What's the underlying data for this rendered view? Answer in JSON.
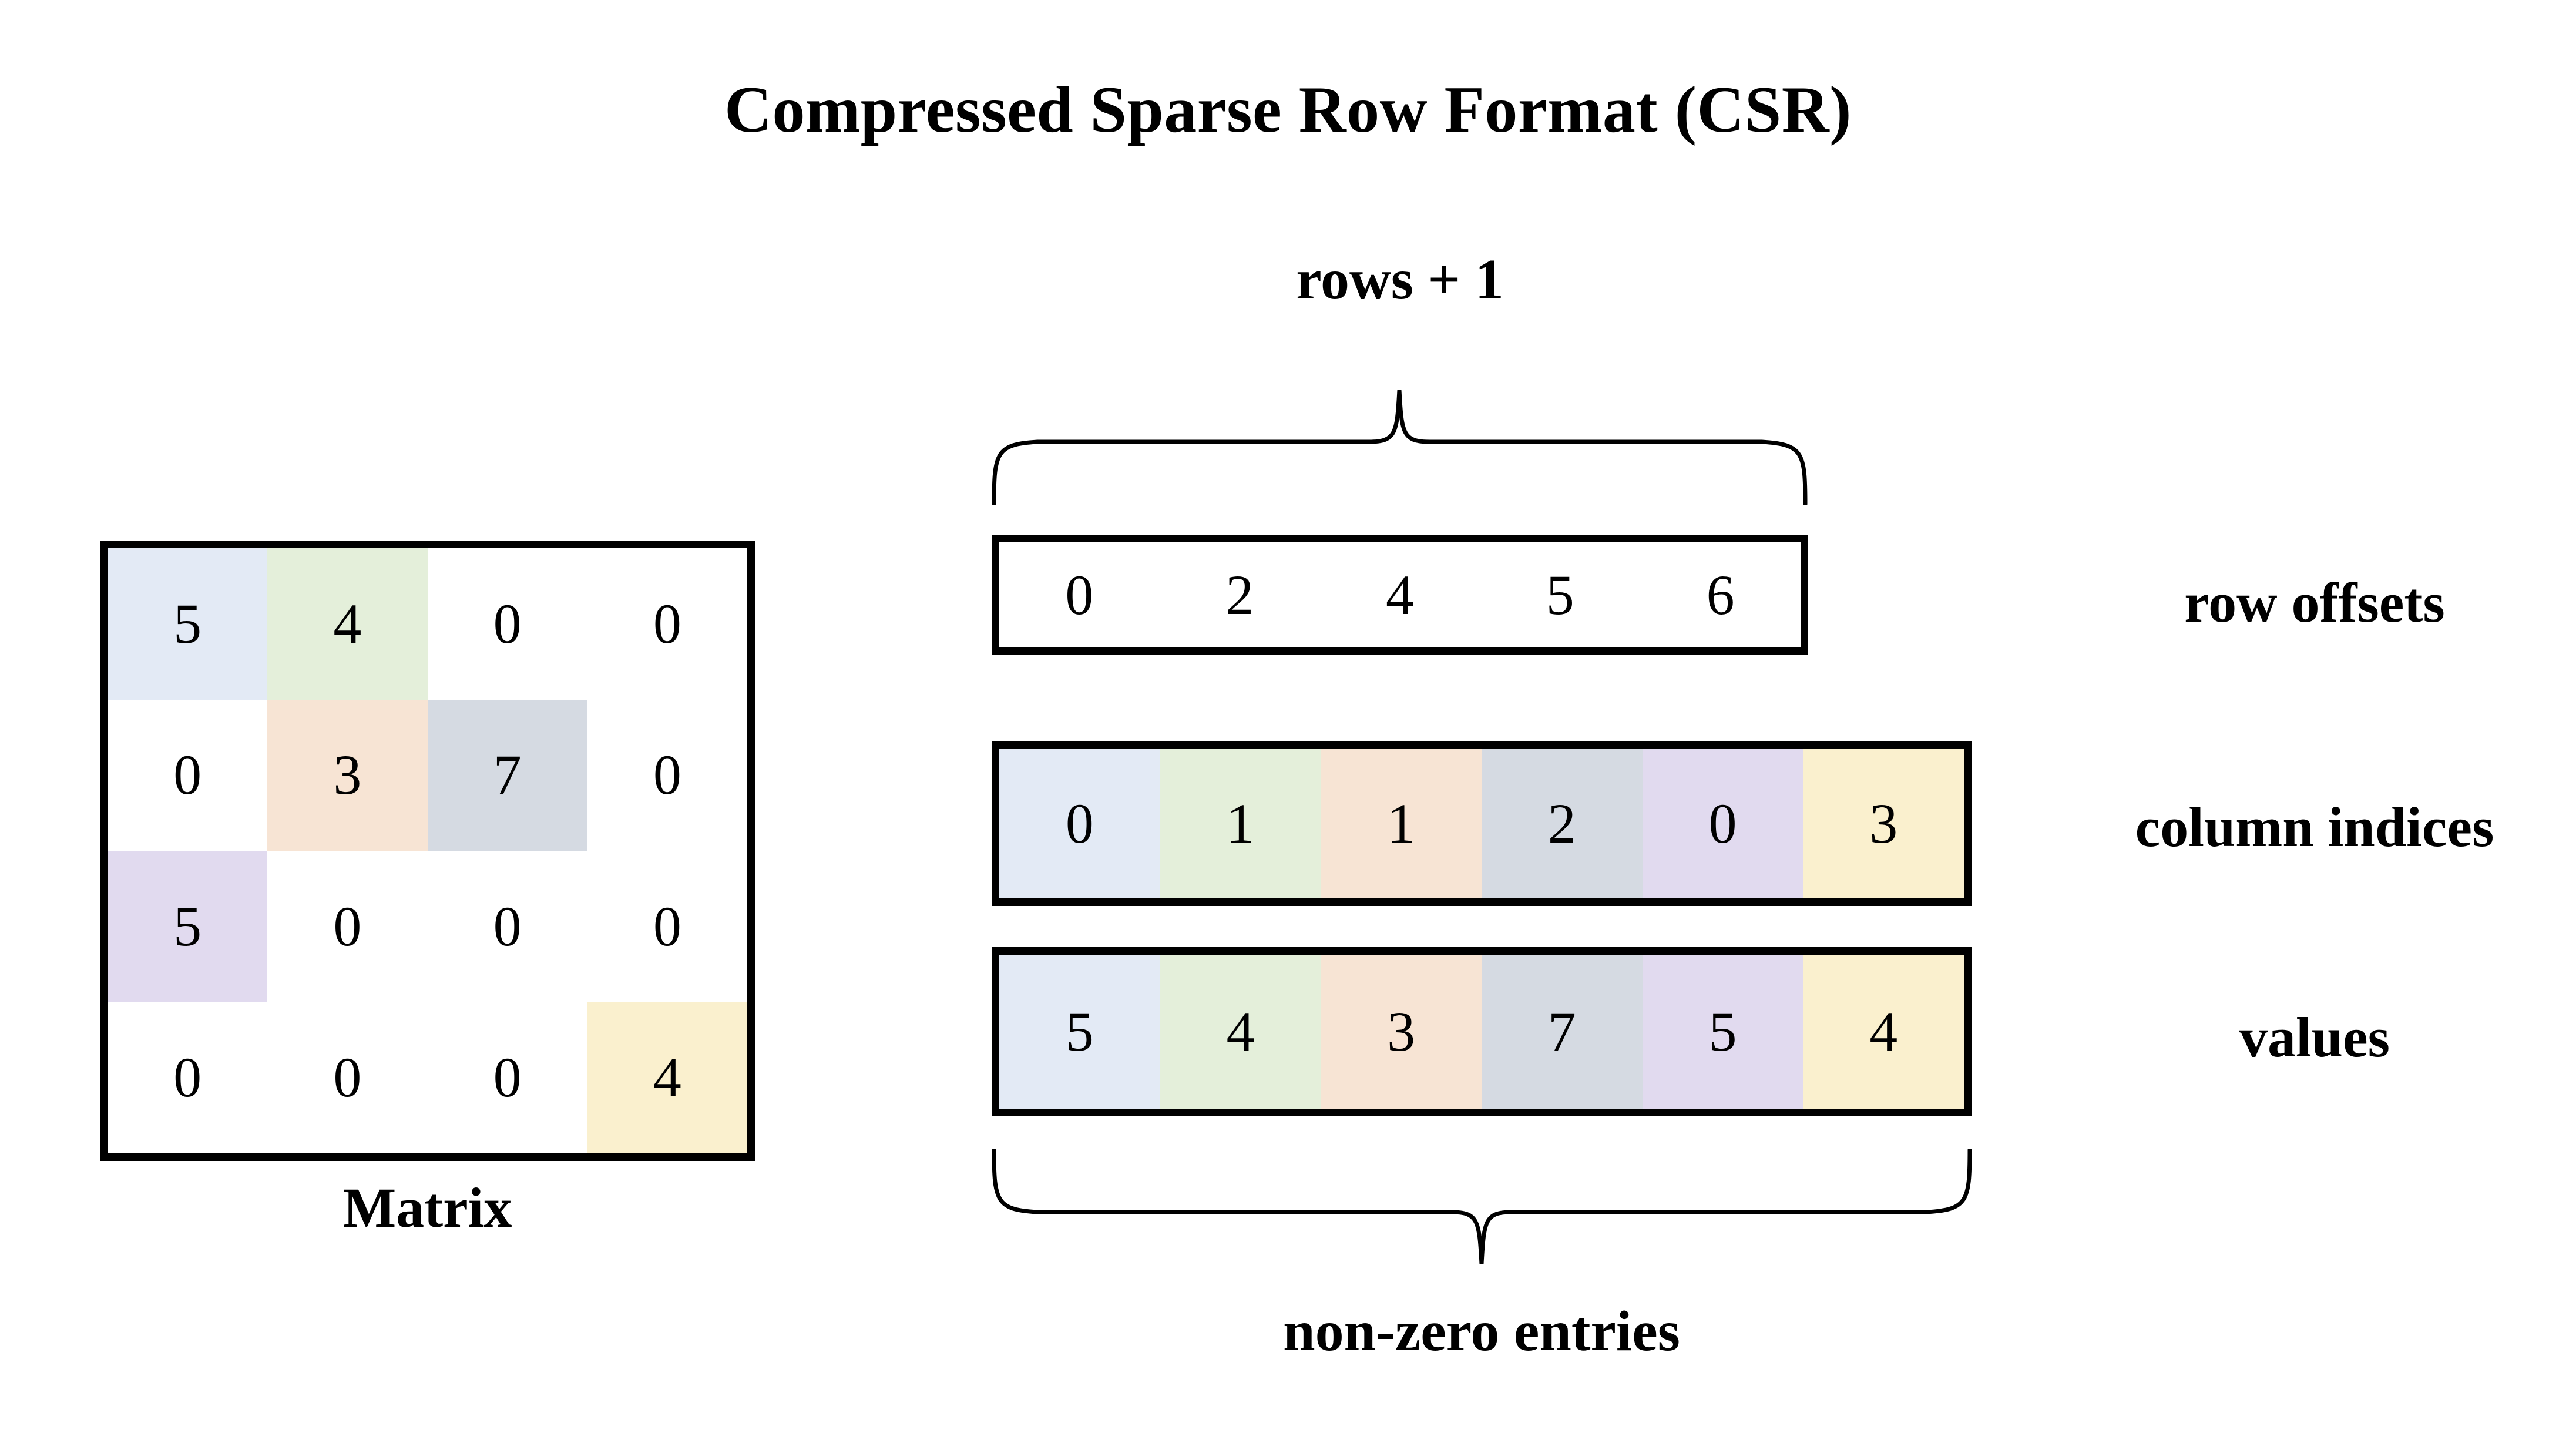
{
  "title": "Compressed Sparse Row Format (CSR)",
  "colors": {
    "blue": "#E3EAF5",
    "green": "#E4EFDA",
    "peach": "#F7E4D4",
    "slate": "#D5DAE2",
    "purple": "#E1DAEF",
    "yellow": "#FAF0CE",
    "white": "#FFFFFF",
    "border": "#000000",
    "text": "#000000"
  },
  "matrix": {
    "caption": "Matrix",
    "rows": 4,
    "cols": 4,
    "cells": [
      [
        {
          "v": "5",
          "fill": "blue"
        },
        {
          "v": "4",
          "fill": "green"
        },
        {
          "v": "0",
          "fill": "white"
        },
        {
          "v": "0",
          "fill": "white"
        }
      ],
      [
        {
          "v": "0",
          "fill": "white"
        },
        {
          "v": "3",
          "fill": "peach"
        },
        {
          "v": "7",
          "fill": "slate"
        },
        {
          "v": "0",
          "fill": "white"
        }
      ],
      [
        {
          "v": "5",
          "fill": "purple"
        },
        {
          "v": "0",
          "fill": "white"
        },
        {
          "v": "0",
          "fill": "white"
        },
        {
          "v": "0",
          "fill": "white"
        }
      ],
      [
        {
          "v": "0",
          "fill": "white"
        },
        {
          "v": "0",
          "fill": "white"
        },
        {
          "v": "0",
          "fill": "white"
        },
        {
          "v": "4",
          "fill": "yellow"
        }
      ]
    ]
  },
  "arrays": {
    "row_offsets": {
      "label": "row offsets",
      "cells": [
        {
          "v": "0",
          "fill": "white"
        },
        {
          "v": "2",
          "fill": "white"
        },
        {
          "v": "4",
          "fill": "white"
        },
        {
          "v": "5",
          "fill": "white"
        },
        {
          "v": "6",
          "fill": "white"
        }
      ]
    },
    "column_indices": {
      "label": "column indices",
      "cells": [
        {
          "v": "0",
          "fill": "blue"
        },
        {
          "v": "1",
          "fill": "green"
        },
        {
          "v": "1",
          "fill": "peach"
        },
        {
          "v": "2",
          "fill": "slate"
        },
        {
          "v": "0",
          "fill": "purple"
        },
        {
          "v": "3",
          "fill": "yellow"
        }
      ]
    },
    "values": {
      "label": "values",
      "cells": [
        {
          "v": "5",
          "fill": "blue"
        },
        {
          "v": "4",
          "fill": "green"
        },
        {
          "v": "3",
          "fill": "peach"
        },
        {
          "v": "7",
          "fill": "slate"
        },
        {
          "v": "5",
          "fill": "purple"
        },
        {
          "v": "4",
          "fill": "yellow"
        }
      ]
    }
  },
  "annotations": {
    "top_brace_label": "rows + 1",
    "bottom_brace_label": "non-zero entries"
  }
}
